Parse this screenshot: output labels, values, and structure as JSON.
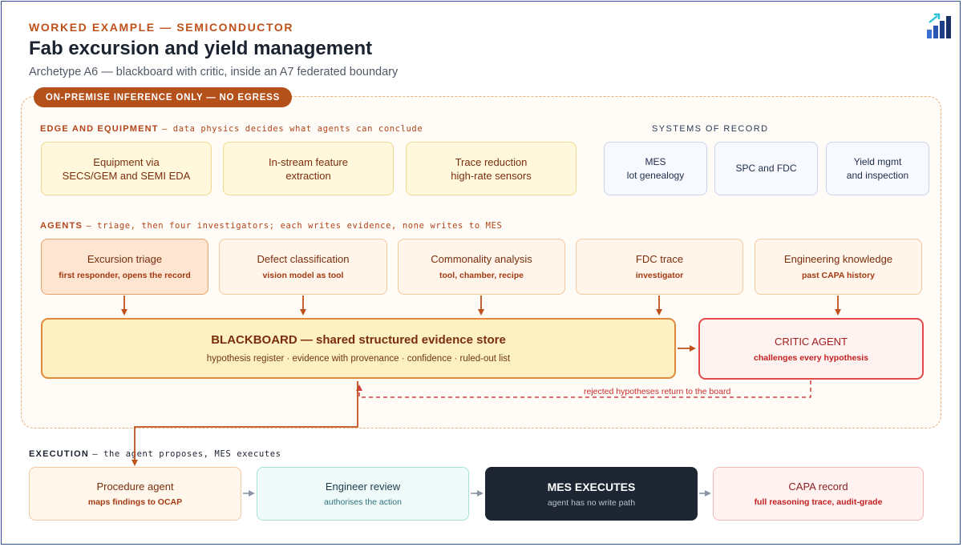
{
  "header": {
    "eyebrow": "WORKED EXAMPLE — SEMICONDUCTOR",
    "title": "Fab excursion and yield management",
    "subtitle": "Archetype A6 — blackboard with critic, inside an A7 federated boundary",
    "logo_icon": "bar-chart-trend-icon"
  },
  "boundary": {
    "pill": "ON-PREMISE INFERENCE ONLY — NO EGRESS"
  },
  "edge": {
    "heading": "EDGE AND EQUIPMENT",
    "note": "— data physics decides what agents can conclude",
    "boxes": [
      {
        "line1": "Equipment via",
        "line2": "SECS/GEM and SEMI EDA"
      },
      {
        "line1": "In-stream feature",
        "line2": "extraction"
      },
      {
        "line1": "Trace reduction",
        "line2": "high-rate sensors"
      }
    ]
  },
  "systems": {
    "heading": "SYSTEMS OF RECORD",
    "boxes": [
      {
        "line1": "MES",
        "line2": "lot genealogy"
      },
      {
        "line1": "SPC and FDC",
        "line2": ""
      },
      {
        "line1": "Yield mgmt",
        "line2": "and inspection"
      }
    ]
  },
  "agents": {
    "heading": "AGENTS",
    "note": "— triage, then four investigators; each writes evidence, none writes to MES",
    "boxes": [
      {
        "title": "Excursion triage",
        "detail": "first responder, opens the record"
      },
      {
        "title": "Defect classification",
        "detail": "vision model as tool"
      },
      {
        "title": "Commonality analysis",
        "detail": "tool, chamber, recipe"
      },
      {
        "title": "FDC trace",
        "detail": "investigator"
      },
      {
        "title": "Engineering knowledge",
        "detail": "past CAPA history"
      }
    ]
  },
  "blackboard": {
    "title": "BLACKBOARD — shared structured evidence store",
    "detail": "hypothesis register · evidence with provenance · confidence · ruled-out list"
  },
  "critic": {
    "title": "CRITIC AGENT",
    "detail": "challenges every hypothesis"
  },
  "feedback_label": "rejected hypotheses return to the board",
  "execution": {
    "heading": "EXECUTION",
    "note": "— the agent proposes, MES executes",
    "boxes": [
      {
        "title": "Procedure agent",
        "detail": "maps findings to OCAP"
      },
      {
        "title": "Engineer review",
        "detail": "authorises the action"
      },
      {
        "title": "MES EXECUTES",
        "detail": "agent has no write path"
      },
      {
        "title": "CAPA record",
        "detail": "full reasoning trace, audit-grade"
      }
    ]
  },
  "colors": {
    "accent": "#c0501a",
    "critic": "#e24a4a",
    "dark": "#1e2633"
  }
}
